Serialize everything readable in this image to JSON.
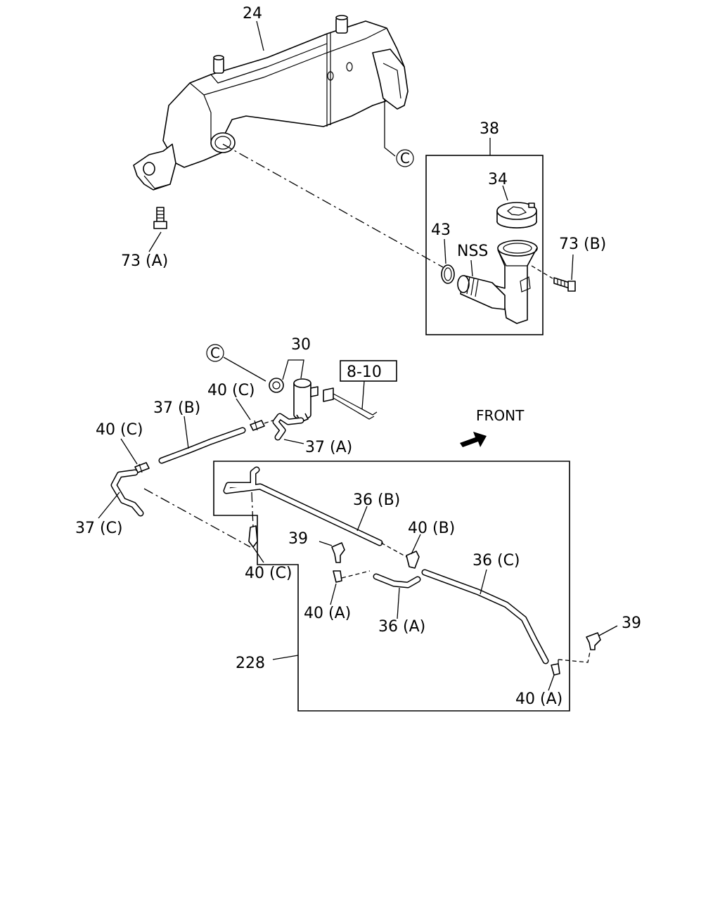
{
  "labels": {
    "p24": "24",
    "c_tank": "C",
    "p38": "38",
    "p34": "34",
    "p43": "43",
    "nss": "NSS",
    "p73b": "73 (B)",
    "p73a": "73 (A)",
    "c_pump": "C",
    "p30": "30",
    "ref810": "8-10",
    "p40c_1": "40 (C)",
    "p37b": "37 (B)",
    "p40c_2": "40 (C)",
    "p37a": "37 (A)",
    "front": "FRONT",
    "p37c": "37 (C)",
    "p36b": "36 (B)",
    "p40b": "40 (B)",
    "p36c": "36 (C)",
    "p39_1": "39",
    "p40c_3": "40 (C)",
    "p40a_1": "40 (A)",
    "p36a": "36 (A)",
    "p39_2": "39",
    "p228": "228",
    "p40a_2": "40 (A)"
  },
  "icons": {
    "front_arrow": "front-arrow-icon",
    "circled_c": "circled-c-icon"
  }
}
